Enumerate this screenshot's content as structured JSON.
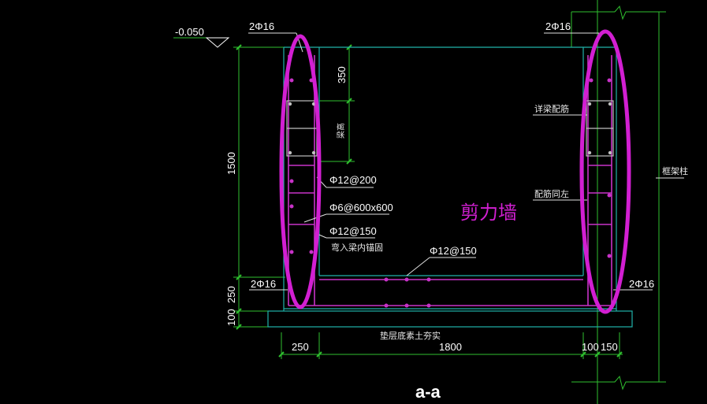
{
  "labels": {
    "elevation": "-0.050",
    "bar_top_left": "2Φ16",
    "bar_top_right": "2Φ16",
    "bar_bottom_left": "2Φ16",
    "bar_bottom_right": "2Φ16",
    "dim_350": "350",
    "dim_1500": "1500",
    "dim_250": "250",
    "dim_100": "100",
    "liang_gao": "梁高",
    "rebar_200": "Φ12@200",
    "rebar_600": "Φ6@600x600",
    "rebar_150_left": "Φ12@150",
    "anchor_note": "弯入梁内锚固",
    "rebar_150_center": "Φ12@150",
    "beam_detail": "详梁配筋",
    "same_left": "配筋同左",
    "shear_wall": "剪力墙",
    "frame_column": "框架柱",
    "cushion_note": "垫层底素土夯实",
    "dim_bottom_250": "250",
    "dim_bottom_1800": "1800",
    "dim_bottom_100": "100",
    "dim_bottom_150": "150",
    "section_title": "a-a"
  },
  "colors": {
    "background": "#000000",
    "dimension": "#2fbf2f",
    "structure": "#20b2aa",
    "rebar": "#c832c8",
    "highlight": "#d21fd2",
    "text": "#ffffff"
  }
}
